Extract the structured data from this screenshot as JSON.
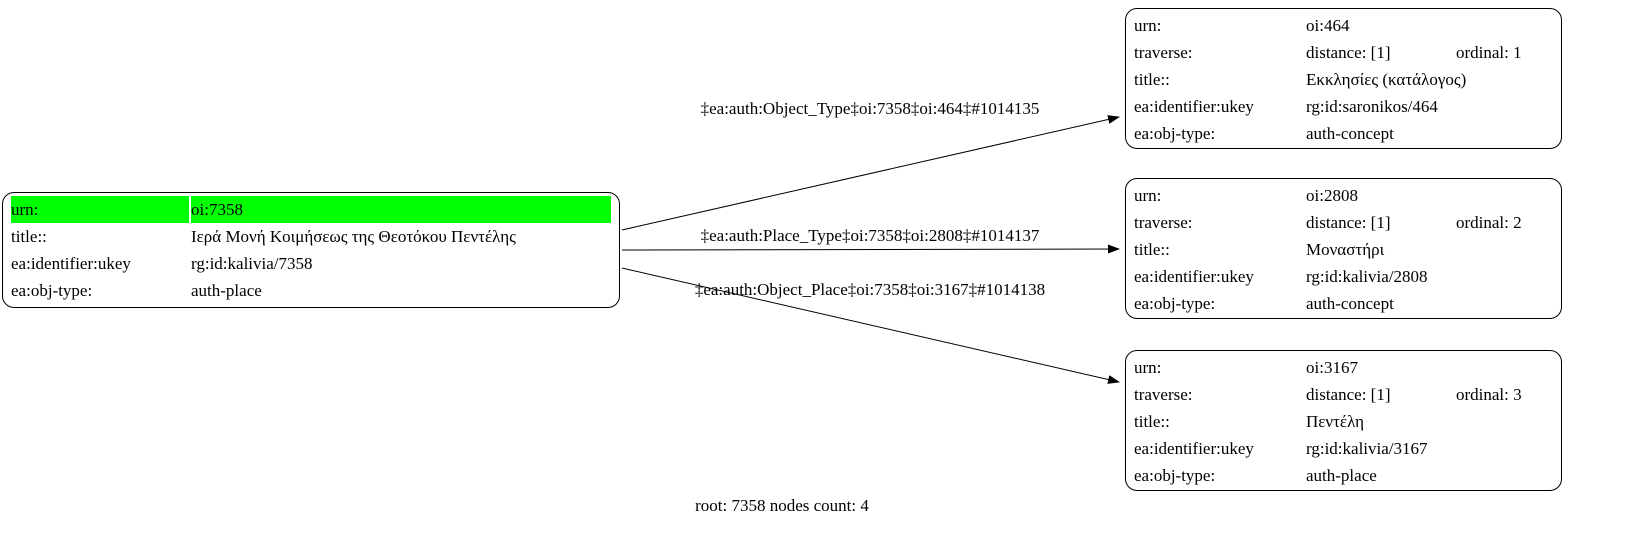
{
  "caption": "root: 7358 nodes count: 4",
  "colors": {
    "highlight_green": "#00ff00",
    "node_border": "#000000",
    "background": "#ffffff"
  },
  "root_node": {
    "rows": [
      {
        "k": "urn:",
        "v": "oi:7358"
      },
      {
        "k": "title::",
        "v": "Ιερά Μονή Κοιμήσεως της Θεοτόκου Πεντέλης"
      },
      {
        "k": "ea:identifier:ukey",
        "v": "rg:id:kalivia/7358"
      },
      {
        "k": "ea:obj-type:",
        "v": "auth-place"
      }
    ]
  },
  "edges": [
    {
      "label": "‡ea:auth:Object_Type‡oi:7358‡oi:464‡#1014135"
    },
    {
      "label": "‡ea:auth:Place_Type‡oi:7358‡oi:2808‡#1014137"
    },
    {
      "label": "‡ea:auth:Object_Place‡oi:7358‡oi:3167‡#1014138"
    }
  ],
  "nodes": [
    {
      "rows": [
        {
          "k": "urn:",
          "v": "oi:464"
        },
        {
          "k": "traverse:",
          "v": "distance: [1]",
          "v2": "ordinal: 1"
        },
        {
          "k": "title::",
          "v": "Εκκλησίες (κατάλογος)"
        },
        {
          "k": "ea:identifier:ukey",
          "v": "rg:id:saronikos/464"
        },
        {
          "k": "ea:obj-type:",
          "v": "auth-concept"
        }
      ]
    },
    {
      "rows": [
        {
          "k": "urn:",
          "v": "oi:2808"
        },
        {
          "k": "traverse:",
          "v": "distance: [1]",
          "v2": "ordinal: 2"
        },
        {
          "k": "title::",
          "v": "Μοναστήρι"
        },
        {
          "k": "ea:identifier:ukey",
          "v": "rg:id:kalivia/2808"
        },
        {
          "k": "ea:obj-type:",
          "v": "auth-concept"
        }
      ]
    },
    {
      "rows": [
        {
          "k": "urn:",
          "v": "oi:3167"
        },
        {
          "k": "traverse:",
          "v": "distance: [1]",
          "v2": "ordinal: 3"
        },
        {
          "k": "title::",
          "v": "Πεντέλη"
        },
        {
          "k": "ea:identifier:ukey",
          "v": "rg:id:kalivia/3167"
        },
        {
          "k": "ea:obj-type:",
          "v": "auth-place"
        }
      ]
    }
  ]
}
